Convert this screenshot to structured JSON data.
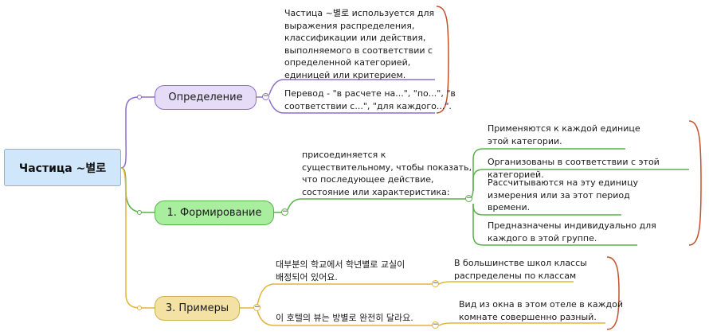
{
  "root": {
    "label": "Частица ~별로"
  },
  "branches": [
    {
      "label": "Определение",
      "notes": [
        "Частица ~별로 используется для\nвыражения распределения,\nклассификации или действия,\nвыполняемого в соответствии с\nопределенной категорией,\nединицей или критерием.",
        "Перевод - \"в расчете на...\", \"по...\", \"в\nсоответствии с...\", \"для каждого...\"."
      ]
    },
    {
      "label": "1. Формирование",
      "description": "присоединяется к\nсуществительному, чтобы показать,\nчто последующее действие,\nсостояние или характеристика:",
      "items": [
        "Применяются к каждой единице\nэтой категории.",
        "Организованы в соответствии с этой категорией.",
        "Рассчитываются на эту единицу\nизмерения или за этот период\nвремени.",
        "Предназначены индивидуально для\nкаждого в этой группе."
      ]
    },
    {
      "label": "3. Примеры",
      "examples": [
        {
          "korean": "대부분의 학교에서 학년별로 교실이\n배정되어 있어요.",
          "translation": "В большинстве школ классы\nраспределены по классам"
        },
        {
          "korean": "이 호텔의 뷰는 방별로 완전히 달라요.",
          "translation": "Вид из окна в этом отеле в каждой\nкомнате совершенно разный."
        }
      ]
    }
  ],
  "colors": {
    "purple": "#8e6fc9",
    "green": "#5ab14c",
    "yellow": "#e0b53c",
    "brace": "#c2502a"
  }
}
